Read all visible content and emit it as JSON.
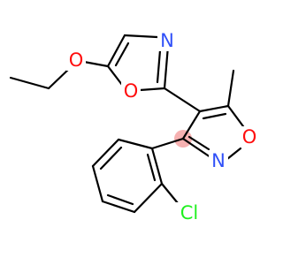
{
  "labels": {
    "oxazole_n": "N",
    "oxazole_o": "O",
    "ether_o": "O",
    "isoxazole_n": "N",
    "isoxazole_o": "O",
    "chlorine": "Cl"
  },
  "colors": {
    "bond": "#000000",
    "nitrogen": "#3050F8",
    "oxygen": "#FF0D0D",
    "chlorine": "#1FF01F",
    "highlight": "#F5A3A3"
  }
}
